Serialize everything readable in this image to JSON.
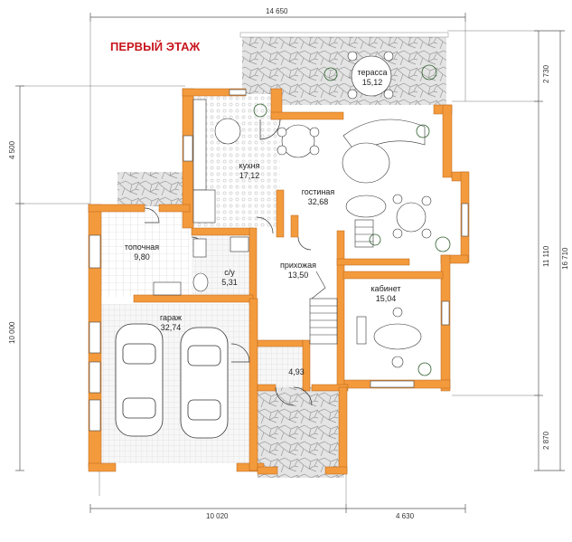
{
  "title": "ПЕРВЫЙ ЭТАЖ",
  "rooms": {
    "terrace": {
      "name": "терасса",
      "area": "15,12"
    },
    "kitchen": {
      "name": "кухня",
      "area": "17,12"
    },
    "living": {
      "name": "гостиная",
      "area": "32,68"
    },
    "boiler": {
      "name": "топочная",
      "area": "9,80"
    },
    "bathroom": {
      "name": "с/у",
      "area": "5,31"
    },
    "hall": {
      "name": "прихожая",
      "area": "13,50"
    },
    "office": {
      "name": "кабинет",
      "area": "15,04"
    },
    "garage": {
      "name": "гараж",
      "area": "32,74"
    },
    "vestibule": {
      "name": "",
      "area": "4,93"
    }
  },
  "dimensions": {
    "top_total": "14 650",
    "bottom_left": "10 020",
    "bottom_right": "4 630",
    "left_upper": "4 500",
    "left_lower": "10 000",
    "right_top": "2 730",
    "right_middle": "11 110",
    "right_bottom": "2 870",
    "right_total": "16 710"
  },
  "colors": {
    "wall": "#f39a3d",
    "title": "#c8161d",
    "window": "#8fbf8f",
    "stone": "#d7d7d7"
  }
}
